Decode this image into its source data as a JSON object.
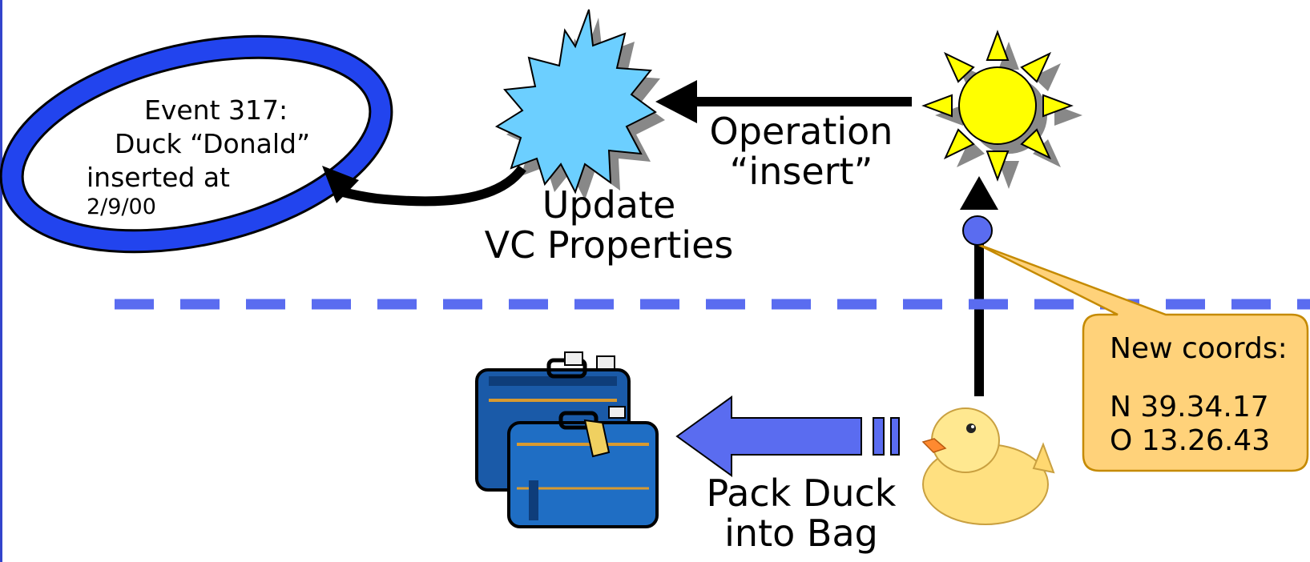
{
  "event": {
    "line1": "Event 317:",
    "line2": "Duck “Donald”",
    "line3": "inserted at",
    "line4": "2/9/00"
  },
  "update": {
    "line1": "Update",
    "line2": "VC Properties"
  },
  "operation": {
    "line1": "Operation",
    "line2": "“insert”"
  },
  "pack": {
    "line1": "Pack Duck",
    "line2": "into Bag"
  },
  "callout": {
    "title": "New coords:",
    "north": "N 39.34.17",
    "east": "O 13.26.43"
  },
  "colors": {
    "ellipse": "#2244ee",
    "burst": "#6ccfff",
    "sun": "#ffff00",
    "dashes": "#5a6cf0",
    "big_arrow": "#5a6cf0",
    "callout_fill": "#ffd27a",
    "callout_stroke": "#c58a00",
    "node": "#5a6cf0",
    "left_edge": "#3344cc"
  }
}
